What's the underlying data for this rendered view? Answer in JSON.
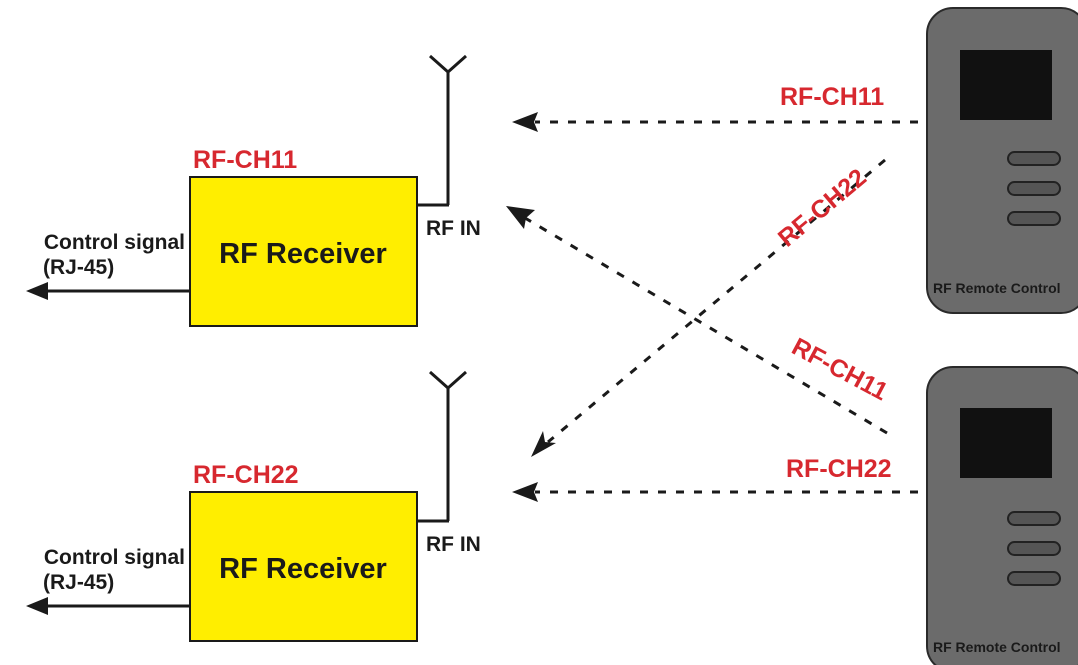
{
  "colors": {
    "receiver_fill": "#ffee00",
    "channel_label": "#d7282f",
    "remote_body": "#6b6b6b",
    "remote_screen": "#111111",
    "line": "#1a1a1a"
  },
  "receivers": [
    {
      "channel": "RF-CH11",
      "title": "RF Receiver",
      "rf_in": "RF IN",
      "output_label_1": "Control signal",
      "output_label_2": "(RJ-45)"
    },
    {
      "channel": "RF-CH22",
      "title": "RF Receiver",
      "rf_in": "RF IN",
      "output_label_1": "Control signal",
      "output_label_2": "(RJ-45)"
    }
  ],
  "remotes": [
    {
      "caption": "RF Remote Control",
      "icon": "remote-control-icon"
    },
    {
      "caption": "RF Remote Control",
      "icon": "remote-control-icon"
    }
  ],
  "links": [
    {
      "label": "RF-CH11",
      "from": "remote 1",
      "to": "receiver 1"
    },
    {
      "label": "RF-CH22",
      "from": "remote 1",
      "to": "receiver 2"
    },
    {
      "label": "RF-CH11",
      "from": "remote 2",
      "to": "receiver 1"
    },
    {
      "label": "RF-CH22",
      "from": "remote 2",
      "to": "receiver 2"
    }
  ]
}
